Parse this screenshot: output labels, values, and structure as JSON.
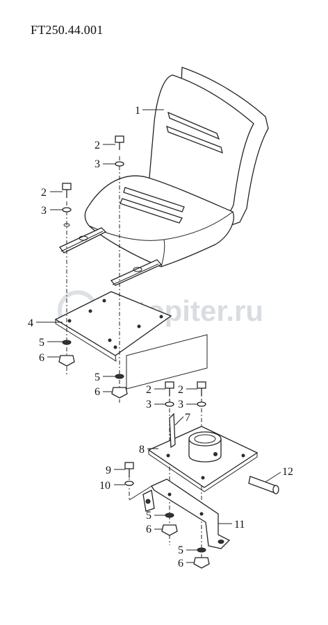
{
  "document": {
    "code": "FT250.44.001"
  },
  "watermark": {
    "text": "autopiter.ru"
  },
  "callouts": [
    {
      "id": "c1",
      "text": "1"
    },
    {
      "id": "c2a",
      "text": "2"
    },
    {
      "id": "c3a",
      "text": "3"
    },
    {
      "id": "c2b",
      "text": "2"
    },
    {
      "id": "c3b",
      "text": "3"
    },
    {
      "id": "c4",
      "text": "4"
    },
    {
      "id": "c5a",
      "text": "5"
    },
    {
      "id": "c6a",
      "text": "6"
    },
    {
      "id": "c5b",
      "text": "5"
    },
    {
      "id": "c6b",
      "text": "6"
    },
    {
      "id": "c2c",
      "text": "2"
    },
    {
      "id": "c2d",
      "text": "2"
    },
    {
      "id": "c3c",
      "text": "3"
    },
    {
      "id": "c3d",
      "text": "3"
    },
    {
      "id": "c7",
      "text": "7"
    },
    {
      "id": "c8",
      "text": "8"
    },
    {
      "id": "c9",
      "text": "9"
    },
    {
      "id": "c10",
      "text": "10"
    },
    {
      "id": "c5c",
      "text": "5"
    },
    {
      "id": "c6c",
      "text": "6"
    },
    {
      "id": "c5d",
      "text": "5"
    },
    {
      "id": "c6d",
      "text": "6"
    },
    {
      "id": "c11",
      "text": "11"
    },
    {
      "id": "c12",
      "text": "12"
    }
  ]
}
